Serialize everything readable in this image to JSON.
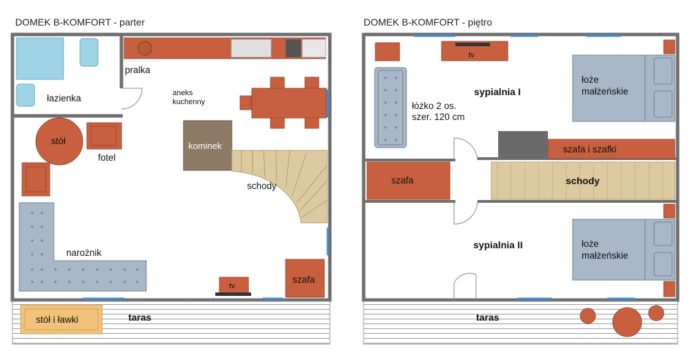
{
  "left": {
    "title": "DOMEK B-KOMFORT - parter",
    "labels": {
      "pralka": "pralka",
      "aneks_1": "aneks",
      "aneks_2": "kuchenny",
      "lazienka": "łazienka",
      "stol": "stół",
      "fotel": "fotel",
      "kominek": "kominek",
      "schody": "schody",
      "naroznik": "narożnik",
      "tv": "tv",
      "szafa": "szafa",
      "stol_lawki": "stół i ławki",
      "taras": "taras"
    }
  },
  "right": {
    "title": "DOMEK B-KOMFORT - piętro",
    "labels": {
      "tv": "tv",
      "sypialnia1": "sypialnia I",
      "lozko_1": "łóżko 2 os.",
      "lozko_2": "szer. 120 cm",
      "loze1_1": "łoże",
      "loze1_2": "małżeńskie",
      "szafa_szafki": "szafa i szafki",
      "szafa": "szafa",
      "schody": "schody",
      "sypialnia2": "sypialnia II",
      "loze2_1": "łoże",
      "loze2_2": "małżeńskie",
      "taras": "taras"
    }
  },
  "colors": {
    "wall": "#6f6f6f",
    "brick": "#c8603f",
    "bed": "#a9b8c8",
    "stairs": "#dccaa0",
    "kominek": "#8d7a66",
    "table_light": "#f3c27a",
    "water": "#9fd4e6"
  }
}
